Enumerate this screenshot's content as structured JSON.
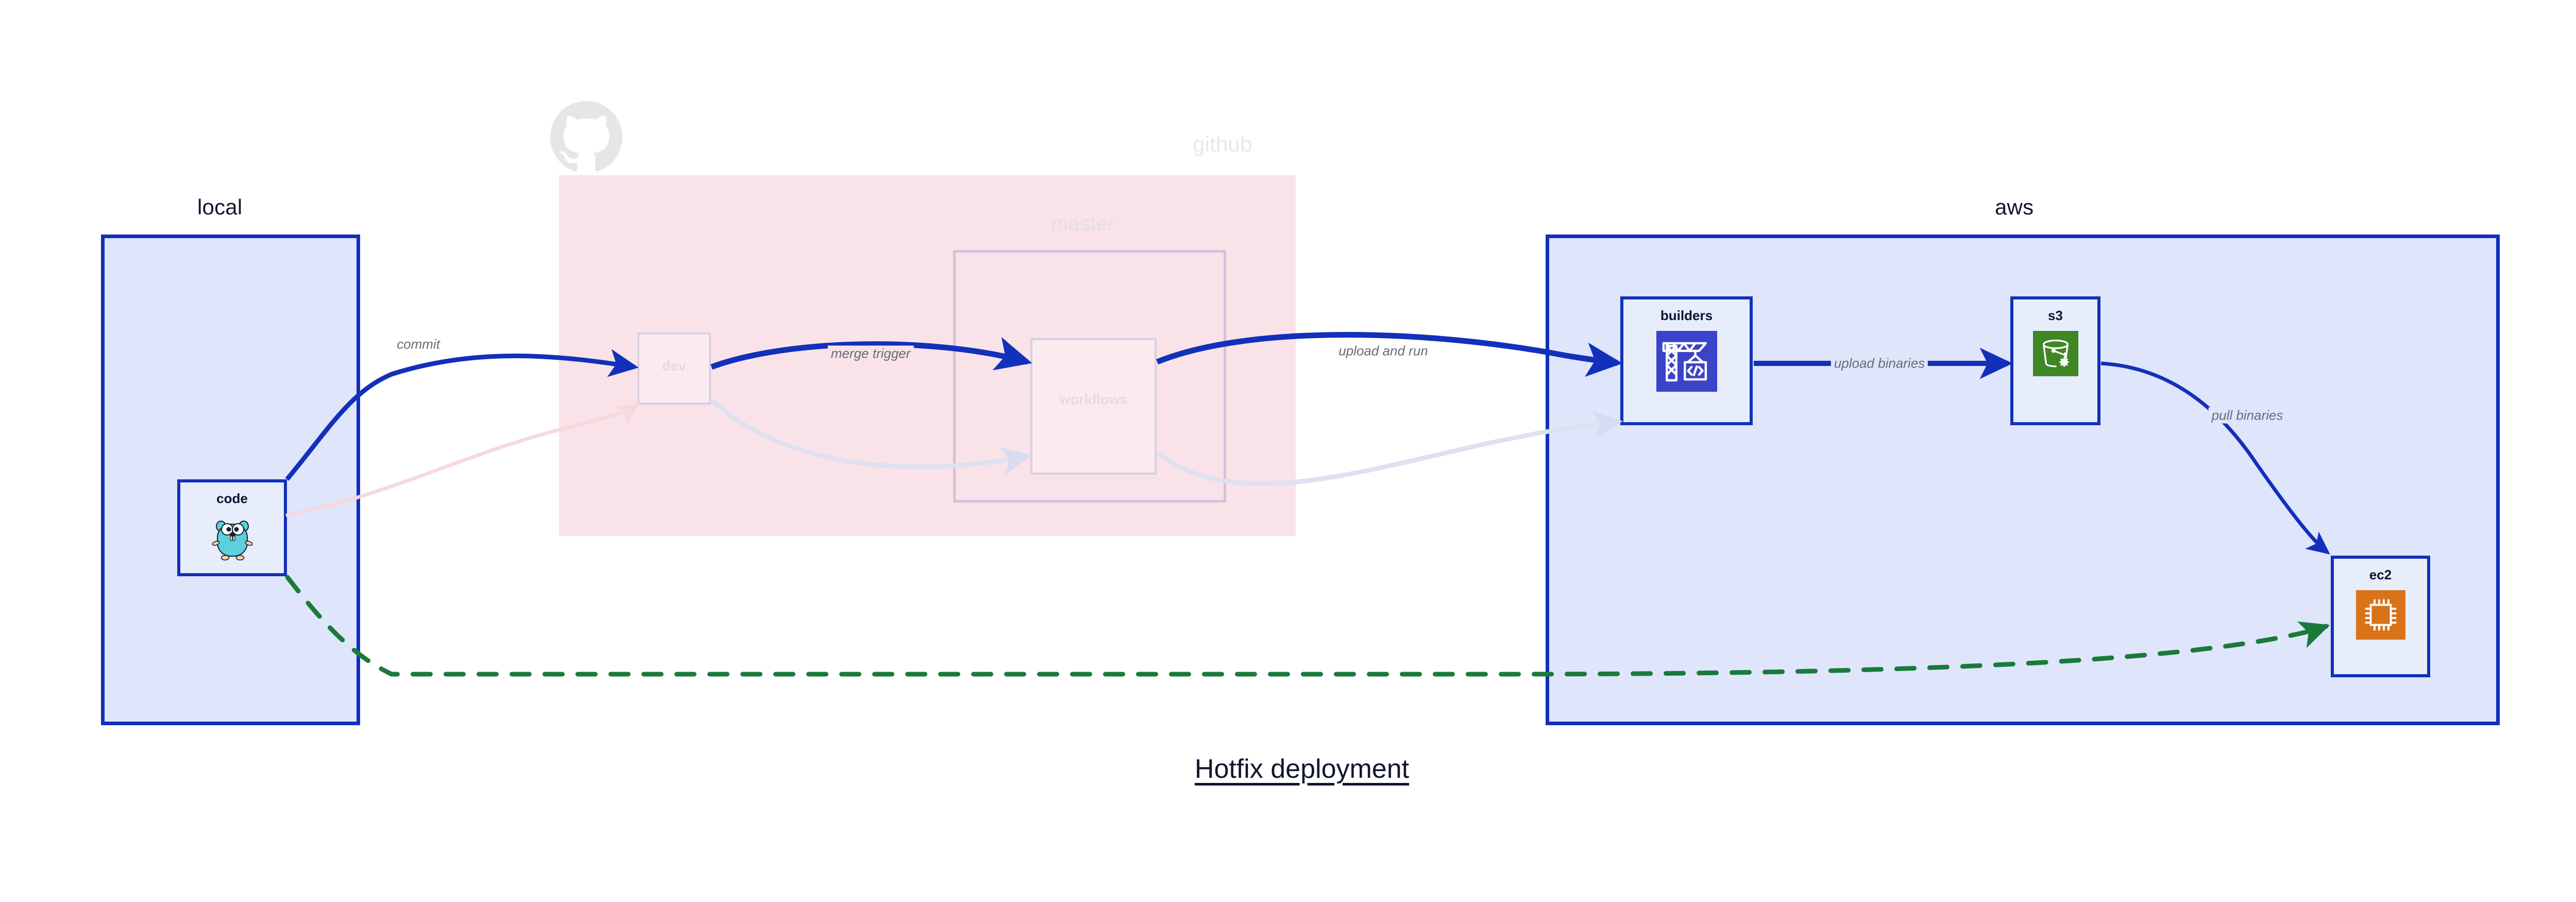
{
  "caption": "Hotfix deployment",
  "clusters": [
    {
      "id": "local",
      "title": "local",
      "title_color": "#11162e"
    },
    {
      "id": "github",
      "title": "github",
      "title_color": "#e8e8e8"
    },
    {
      "id": "master",
      "title": "master",
      "title_color": "#e6dde4"
    },
    {
      "id": "aws",
      "title": "aws",
      "title_color": "#11162e"
    }
  ],
  "nodes": [
    {
      "id": "code",
      "label": "code",
      "icon": "go-gopher-icon",
      "state": "active"
    },
    {
      "id": "dev",
      "label": "dev",
      "icon": "none",
      "state": "ghost"
    },
    {
      "id": "workflows",
      "label": "workflows",
      "icon": "none",
      "state": "ghost"
    },
    {
      "id": "builders",
      "label": "builders",
      "icon": "crane-code-icon",
      "state": "active"
    },
    {
      "id": "s3",
      "label": "s3",
      "icon": "s3-bucket-icon",
      "state": "active"
    },
    {
      "id": "ec2",
      "label": "ec2",
      "icon": "cpu-chip-icon",
      "state": "active"
    }
  ],
  "edges": [
    {
      "id": "commit",
      "label": "commit",
      "from": "code",
      "to": "dev",
      "style": "solid-blue",
      "state": "active"
    },
    {
      "id": "merge-trigger",
      "label": "merge trigger",
      "from": "dev",
      "to": "workflows",
      "style": "solid-blue",
      "state": "active"
    },
    {
      "id": "upload-and-run",
      "label": "upload and run",
      "from": "workflows",
      "to": "builders",
      "style": "solid-blue",
      "state": "active"
    },
    {
      "id": "upload-binaries",
      "label": "upload binaries",
      "from": "builders",
      "to": "s3",
      "style": "solid-blue",
      "state": "active"
    },
    {
      "id": "pull-binaries",
      "label": "pull binaries",
      "from": "s3",
      "to": "ec2",
      "style": "solid-blue",
      "state": "active"
    },
    {
      "id": "hotfix-direct",
      "label": "",
      "from": "code",
      "to": "ec2",
      "style": "dashed-green",
      "state": "active"
    },
    {
      "id": "ghost-pink-in",
      "label": "",
      "from": "code",
      "to": "dev",
      "style": "solid-faded",
      "state": "ghost"
    },
    {
      "id": "ghost-dev-wf",
      "label": "",
      "from": "dev",
      "to": "workflows",
      "style": "solid-faded",
      "state": "ghost"
    },
    {
      "id": "ghost-wf-build",
      "label": "",
      "from": "workflows",
      "to": "builders",
      "style": "solid-faded",
      "state": "ghost"
    }
  ],
  "colors": {
    "accent_blue": "#1230ba",
    "cluster_blue_fill": "#dfe5fa",
    "node_blue_fill": "#e8edfc",
    "github_pink_fill": "#f9e3e8",
    "dashed_green": "#1a7a3c",
    "builders_icon_bg": "#3b43c8",
    "s3_icon_bg": "#3f8624",
    "ec2_icon_bg": "#d9731a",
    "gopher_body": "#5cd0de",
    "label_gray": "#6b6b78",
    "ghost_gray": "#e3dbe4"
  },
  "icons": {
    "go-gopher-icon": "go-gopher-icon",
    "crane-code-icon": "crane-code-icon",
    "s3-bucket-icon": "s3-bucket-icon",
    "cpu-chip-icon": "cpu-chip-icon",
    "github-octocat-icon": "github-octocat-icon"
  }
}
